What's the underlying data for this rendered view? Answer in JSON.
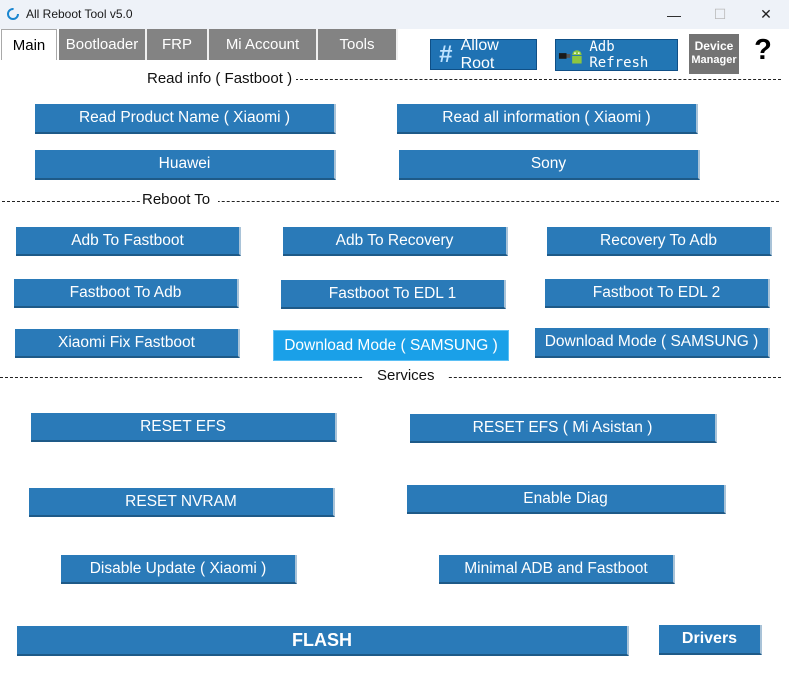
{
  "window": {
    "title": "All Reboot Tool v5.0",
    "controls": {
      "minimize": "—",
      "maximize": "☐",
      "close": "✕"
    }
  },
  "tabs": [
    "Main",
    "Bootloader",
    "FRP",
    "Mi Account",
    "Tools"
  ],
  "toolbar": {
    "allow_root_label": "Allow Root",
    "allow_root_icon": "#",
    "adb_refresh_label": "Adb Refresh",
    "device_manager_line1": "Device",
    "device_manager_line2": "Manager",
    "help_label": "?"
  },
  "sections": {
    "read_info": "Read info ( Fastboot )",
    "reboot_to": "Reboot To",
    "services": "Services"
  },
  "read_info_buttons": [
    "Read Product Name ( Xiaomi )",
    "Read all information ( Xiaomi )",
    "Huawei",
    "Sony"
  ],
  "reboot_buttons": [
    "Adb To Fastboot",
    "Adb To Recovery",
    "Recovery To Adb",
    "Fastboot To Adb",
    "Fastboot To EDL 1",
    "Fastboot To EDL 2",
    "Xiaomi Fix Fastboot",
    "Download Mode ( SAMSUNG )",
    "Download Mode ( SAMSUNG )"
  ],
  "service_buttons": [
    "RESET EFS",
    "RESET EFS ( Mi Asistan )",
    "RESET NVRAM",
    "Enable Diag",
    "Disable Update ( Xiaomi )",
    "Minimal ADB and Fastboot"
  ],
  "footer": {
    "flash_label": "FLASH",
    "drivers_label": "Drivers"
  },
  "colors": {
    "button_blue": "#2a7ab8",
    "button_highlight": "#1aa0e8",
    "tab_gray": "#838383",
    "titlebar": "#eef2f8"
  }
}
